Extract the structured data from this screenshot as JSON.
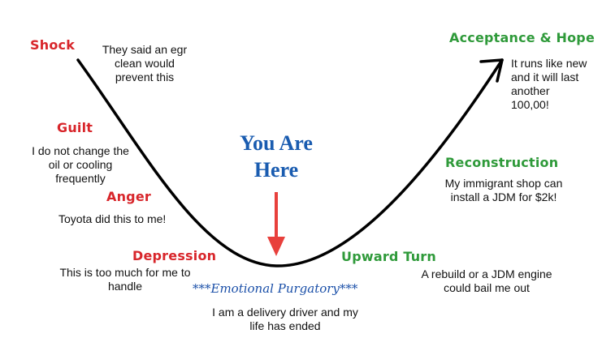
{
  "colors": {
    "red": "#d8262b",
    "green": "#2f9a3a",
    "blue": "#1a5cb0",
    "arrow": "#e8403c",
    "curve": "#000000"
  },
  "stages": {
    "shock": {
      "label": "Shock",
      "text": [
        "They said an egr",
        "clean would",
        "prevent this"
      ]
    },
    "guilt": {
      "label": "Guilt",
      "text": [
        "I do not change the",
        "oil or cooling",
        "frequently"
      ]
    },
    "anger": {
      "label": "Anger",
      "text": [
        "Toyota did this to me!"
      ]
    },
    "depression": {
      "label": "Depression",
      "text": [
        "This is too much for me to",
        "handle"
      ]
    },
    "purgatory": {
      "label": "***Emotional Purgatory***",
      "text": [
        "I am a delivery driver and my",
        "life has ended"
      ]
    },
    "upward": {
      "label": "Upward Turn",
      "text": [
        "A rebuild or a JDM engine",
        "could bail me out"
      ]
    },
    "reconstruction": {
      "label": "Reconstruction",
      "text": [
        "My immigrant shop can",
        "install a JDM for $2k!"
      ]
    },
    "acceptance": {
      "label": "Acceptance & Hope",
      "text": [
        "It runs like new",
        "and it will last",
        "another",
        "100,00!"
      ]
    }
  },
  "marker": {
    "lines": [
      "You Are",
      "Here"
    ]
  }
}
